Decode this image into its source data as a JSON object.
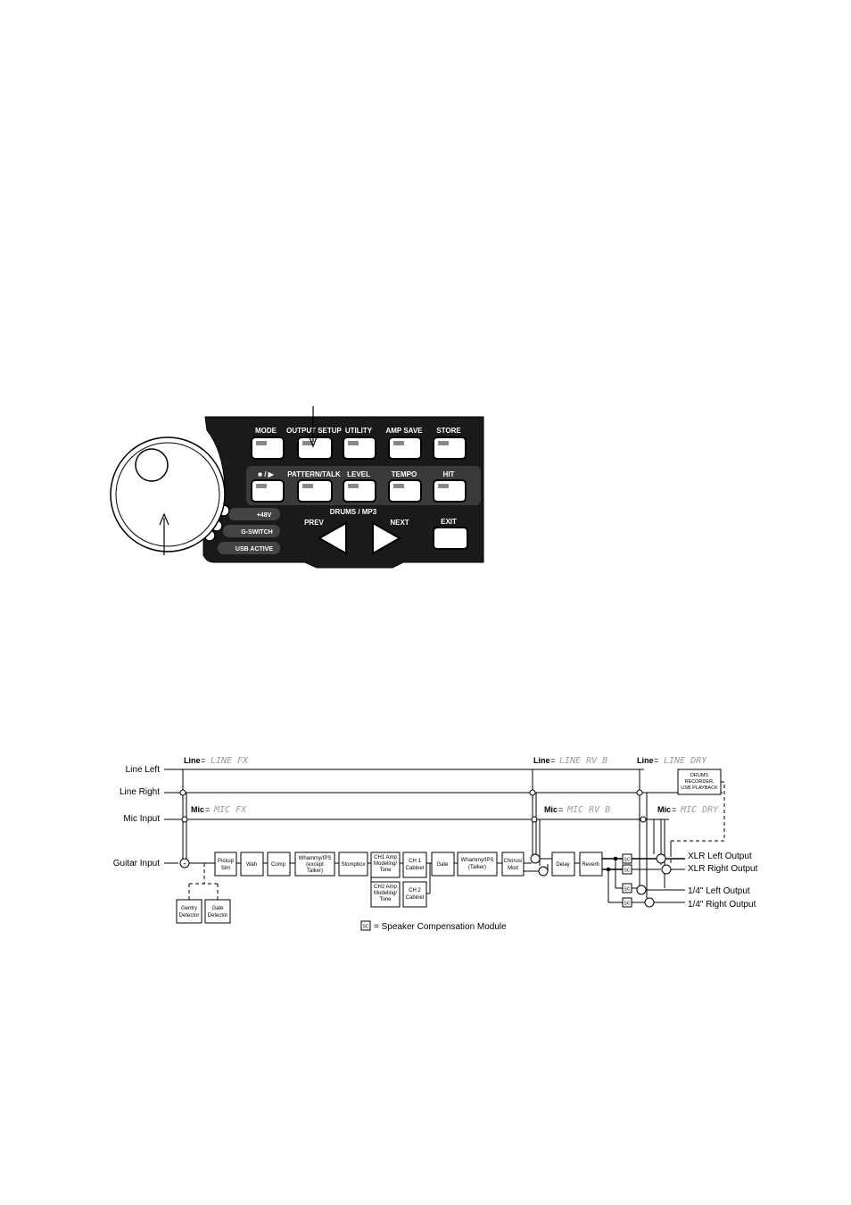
{
  "panel": {
    "top_row": [
      "MODE",
      "OUTPUT SETUP",
      "UTILITY",
      "AMP SAVE",
      "STORE"
    ],
    "mid_row": [
      "■ / ▶",
      "PATTERN/TALK",
      "LEVEL",
      "TEMPO",
      "HIT"
    ],
    "side_labels": [
      "+48V",
      "G-SWITCH",
      "USB ACTIVE"
    ],
    "nav_group": "DRUMS / MP3",
    "prev": "PREV",
    "next": "NEXT",
    "exit": "EXIT"
  },
  "signal": {
    "inputs": [
      "Line Left",
      "Line Right",
      "Mic Input",
      "Guitar Input"
    ],
    "taps": {
      "line_fx_key": "Line",
      "line_fx_val": "LINE FX",
      "line_rv_key": "Line",
      "line_rv_val": "LINE RV B",
      "line_dry_key": "Line",
      "line_dry_val": "LINE DRY",
      "mic_fx_key": "Mic",
      "mic_fx_val": "MIC FX",
      "mic_rv_key": "Mic",
      "mic_rv_val": "MIC RV B",
      "mic_dry_key": "Mic",
      "mic_dry_val": "MIC DRY"
    },
    "blocks": {
      "pickup": [
        "Pickup",
        "Sim"
      ],
      "wah": "Wah",
      "comp": "Comp",
      "whammy1": [
        "Whammy/IPS",
        "(except",
        "Talker)"
      ],
      "stompbox": "Stompbox",
      "ch1amp": [
        "CH1 Amp",
        "Modeling/",
        "Tone"
      ],
      "ch2amp": [
        "CH2 Amp",
        "Modeling/",
        "Tone"
      ],
      "ch1cab": [
        "CH 1",
        "Cabinet"
      ],
      "ch2cab": [
        "CH 2",
        "Cabinet"
      ],
      "gate": "Gate",
      "whammy2": [
        "Whammy/IPS",
        "(Talker)"
      ],
      "chorus": [
        "Chorus/",
        "Mod"
      ],
      "delay": "Delay",
      "reverb": "Reverb",
      "drums": [
        "DRUMS",
        "RECORDER,",
        "USB PLAYBACK"
      ],
      "gentry": [
        "Gentry",
        "Detector"
      ],
      "gate_det": [
        "Gate",
        "Detector"
      ]
    },
    "outputs": [
      "XLR Left Output",
      "XLR Right Output",
      "1/4\" Left Output",
      "1/4\" Right Output"
    ],
    "sc_symbol": "SC",
    "legend": "= Speaker Compensation Module"
  }
}
